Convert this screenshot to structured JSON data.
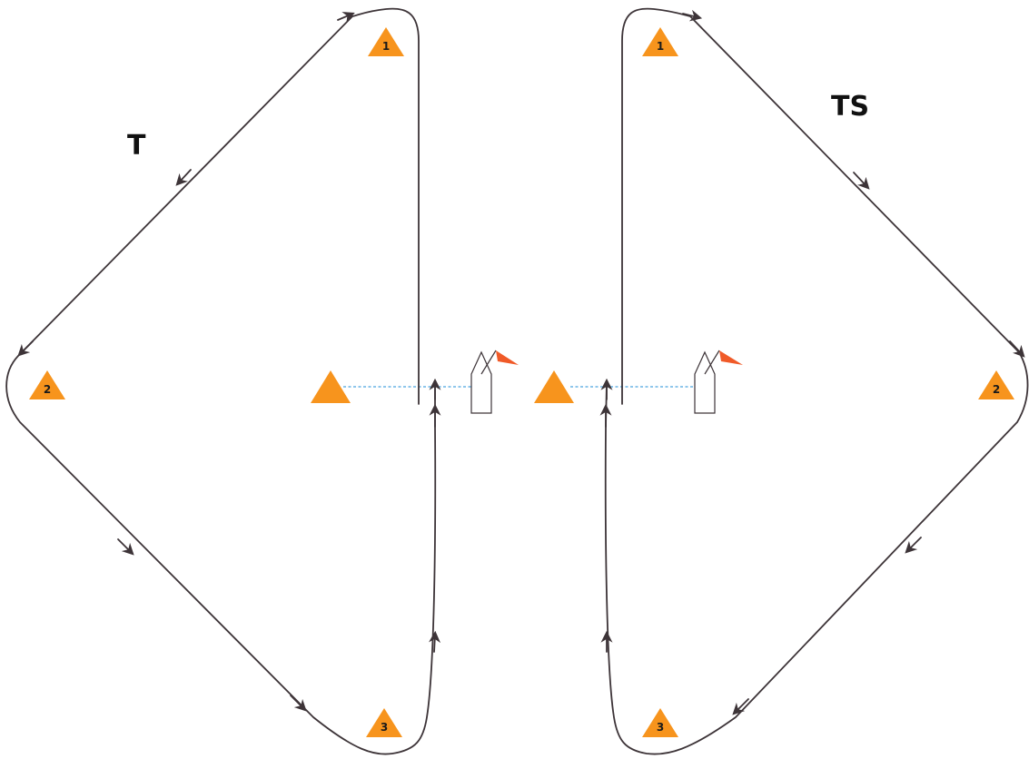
{
  "colors": {
    "mark": "#f7941d",
    "path": "#3d3438",
    "start_line": "#4aa3df",
    "flag": "#f05a28"
  },
  "icons": [
    "mark-triangle",
    "committee-boat",
    "flag",
    "direction-arrow"
  ],
  "courses": [
    {
      "label": "T",
      "marks": [
        {
          "number": "1"
        },
        {
          "number": "2"
        },
        {
          "number": "3"
        },
        {
          "number": ""
        }
      ]
    },
    {
      "label": "TS",
      "marks": [
        {
          "number": "1"
        },
        {
          "number": "2"
        },
        {
          "number": "3"
        },
        {
          "number": ""
        }
      ]
    }
  ]
}
